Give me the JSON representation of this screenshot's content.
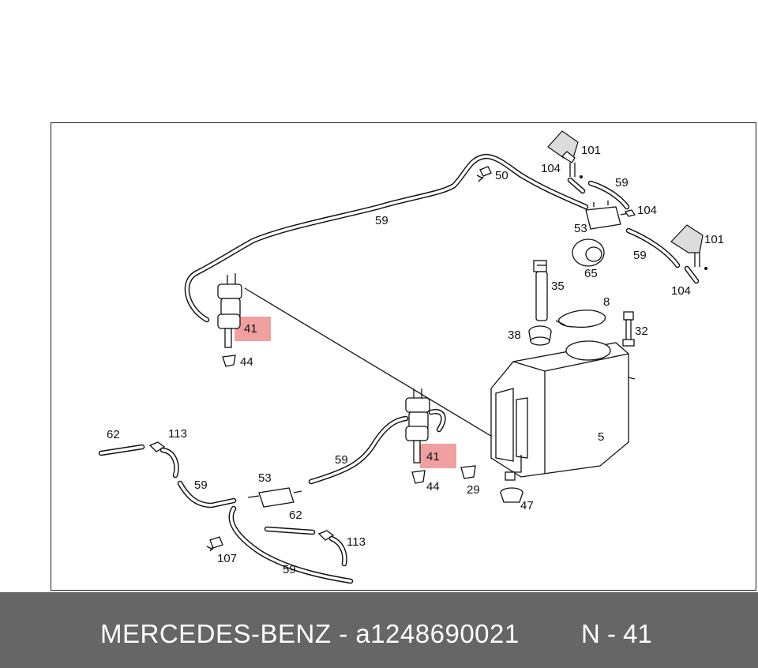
{
  "footer": {
    "brand_part": "MERCEDES-BENZ - a1248690021",
    "ref": "N - 41"
  },
  "highlight_color": "#f0a0a0",
  "labels": {
    "p101a": "101",
    "p104a": "104",
    "p50": "50",
    "p59a": "59",
    "p104b": "104",
    "p53a": "53",
    "p101b": "101",
    "p59b": "59",
    "p65": "65",
    "p104c": "104",
    "p59main": "59",
    "p35": "35",
    "p8": "8",
    "p41a": "41",
    "p38": "38",
    "p32": "32",
    "p44a": "44",
    "p5": "5",
    "p62a": "62",
    "p113a": "113",
    "p59c": "59",
    "p41b": "41",
    "p53b": "53",
    "p59d": "59",
    "p44b": "44",
    "p29": "29",
    "p47": "47",
    "p62b": "62",
    "p113b": "113",
    "p107": "107",
    "p59e": "59"
  }
}
